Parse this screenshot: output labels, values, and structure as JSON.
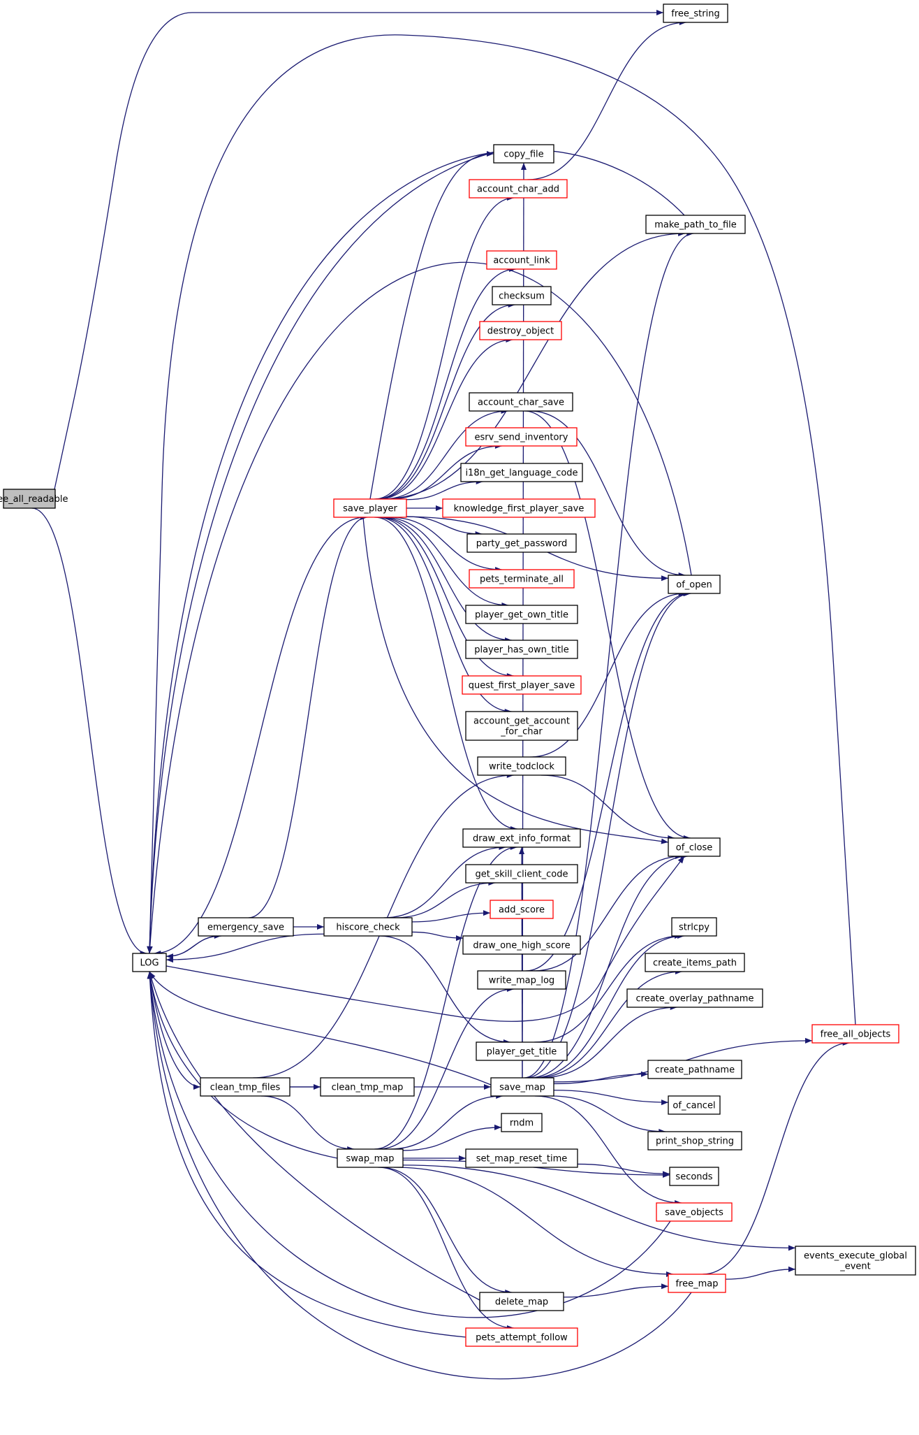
{
  "colors": {
    "edge": "#191970",
    "node_border": "#000000",
    "node_border_incomplete": "#ff0000",
    "root_fill": "#bfbfbf",
    "node_fill": "#ffffff"
  },
  "nodes": [
    {
      "id": "free_all_readable",
      "lines": [
        "free_all_readable"
      ],
      "style": "root"
    },
    {
      "id": "free_string",
      "lines": [
        "free_string"
      ],
      "style": "normal"
    },
    {
      "id": "copy_file",
      "lines": [
        "copy_file"
      ],
      "style": "normal"
    },
    {
      "id": "account_char_add",
      "lines": [
        "account_char_add"
      ],
      "style": "red"
    },
    {
      "id": "make_path_to_file",
      "lines": [
        "make_path_to_file"
      ],
      "style": "normal"
    },
    {
      "id": "account_link",
      "lines": [
        "account_link"
      ],
      "style": "red"
    },
    {
      "id": "checksum",
      "lines": [
        "checksum"
      ],
      "style": "normal"
    },
    {
      "id": "destroy_object",
      "lines": [
        "destroy_object"
      ],
      "style": "red"
    },
    {
      "id": "account_char_save",
      "lines": [
        "account_char_save"
      ],
      "style": "normal"
    },
    {
      "id": "esrv_send_inventory",
      "lines": [
        "esrv_send_inventory"
      ],
      "style": "red"
    },
    {
      "id": "i18n_get_language_code",
      "lines": [
        "i18n_get_language_code"
      ],
      "style": "normal"
    },
    {
      "id": "save_player",
      "lines": [
        "save_player"
      ],
      "style": "red"
    },
    {
      "id": "knowledge_first_player_save",
      "lines": [
        "knowledge_first_player_save"
      ],
      "style": "red"
    },
    {
      "id": "party_get_password",
      "lines": [
        "party_get_password"
      ],
      "style": "normal"
    },
    {
      "id": "of_open",
      "lines": [
        "of_open"
      ],
      "style": "normal"
    },
    {
      "id": "pets_terminate_all",
      "lines": [
        "pets_terminate_all"
      ],
      "style": "red"
    },
    {
      "id": "player_get_own_title",
      "lines": [
        "player_get_own_title"
      ],
      "style": "normal"
    },
    {
      "id": "player_has_own_title",
      "lines": [
        "player_has_own_title"
      ],
      "style": "normal"
    },
    {
      "id": "quest_first_player_save",
      "lines": [
        "quest_first_player_save"
      ],
      "style": "red"
    },
    {
      "id": "account_get_account_for_char",
      "lines": [
        "account_get_account",
        "_for_char"
      ],
      "style": "normal"
    },
    {
      "id": "write_todclock",
      "lines": [
        "write_todclock"
      ],
      "style": "normal"
    },
    {
      "id": "draw_ext_info_format",
      "lines": [
        "draw_ext_info_format"
      ],
      "style": "normal"
    },
    {
      "id": "of_close",
      "lines": [
        "of_close"
      ],
      "style": "normal"
    },
    {
      "id": "get_skill_client_code",
      "lines": [
        "get_skill_client_code"
      ],
      "style": "normal"
    },
    {
      "id": "add_score",
      "lines": [
        "add_score"
      ],
      "style": "red"
    },
    {
      "id": "emergency_save",
      "lines": [
        "emergency_save"
      ],
      "style": "normal"
    },
    {
      "id": "hiscore_check",
      "lines": [
        "hiscore_check"
      ],
      "style": "normal"
    },
    {
      "id": "strlcpy",
      "lines": [
        "strlcpy"
      ],
      "style": "normal"
    },
    {
      "id": "LOG",
      "lines": [
        "LOG"
      ],
      "style": "normal"
    },
    {
      "id": "draw_one_high_score",
      "lines": [
        "draw_one_high_score"
      ],
      "style": "normal"
    },
    {
      "id": "create_items_path",
      "lines": [
        "create_items_path"
      ],
      "style": "normal"
    },
    {
      "id": "write_map_log",
      "lines": [
        "write_map_log"
      ],
      "style": "normal"
    },
    {
      "id": "create_overlay_pathname",
      "lines": [
        "create_overlay_pathname"
      ],
      "style": "normal"
    },
    {
      "id": "free_all_objects",
      "lines": [
        "free_all_objects"
      ],
      "style": "red"
    },
    {
      "id": "player_get_title",
      "lines": [
        "player_get_title"
      ],
      "style": "normal"
    },
    {
      "id": "create_pathname",
      "lines": [
        "create_pathname"
      ],
      "style": "normal"
    },
    {
      "id": "clean_tmp_files",
      "lines": [
        "clean_tmp_files"
      ],
      "style": "normal"
    },
    {
      "id": "clean_tmp_map",
      "lines": [
        "clean_tmp_map"
      ],
      "style": "normal"
    },
    {
      "id": "save_map",
      "lines": [
        "save_map"
      ],
      "style": "normal"
    },
    {
      "id": "of_cancel",
      "lines": [
        "of_cancel"
      ],
      "style": "normal"
    },
    {
      "id": "rndm",
      "lines": [
        "rndm"
      ],
      "style": "normal"
    },
    {
      "id": "print_shop_string",
      "lines": [
        "print_shop_string"
      ],
      "style": "normal"
    },
    {
      "id": "swap_map",
      "lines": [
        "swap_map"
      ],
      "style": "normal"
    },
    {
      "id": "set_map_reset_time",
      "lines": [
        "set_map_reset_time"
      ],
      "style": "normal"
    },
    {
      "id": "seconds",
      "lines": [
        "seconds"
      ],
      "style": "normal"
    },
    {
      "id": "save_objects",
      "lines": [
        "save_objects"
      ],
      "style": "red"
    },
    {
      "id": "events_execute_global_event",
      "lines": [
        "events_execute_global",
        "_event"
      ],
      "style": "normal"
    },
    {
      "id": "free_map",
      "lines": [
        "free_map"
      ],
      "style": "red"
    },
    {
      "id": "delete_map",
      "lines": [
        "delete_map"
      ],
      "style": "normal"
    },
    {
      "id": "pets_attempt_follow",
      "lines": [
        "pets_attempt_follow"
      ],
      "style": "red"
    }
  ],
  "edges": [
    [
      "free_all_readable",
      "free_string"
    ],
    [
      "free_all_readable",
      "LOG"
    ],
    [
      "save_player",
      "copy_file"
    ],
    [
      "save_player",
      "account_char_add"
    ],
    [
      "save_player",
      "make_path_to_file"
    ],
    [
      "save_player",
      "account_link"
    ],
    [
      "save_player",
      "checksum"
    ],
    [
      "save_player",
      "destroy_object"
    ],
    [
      "save_player",
      "account_char_save"
    ],
    [
      "save_player",
      "esrv_send_inventory"
    ],
    [
      "save_player",
      "i18n_get_language_code"
    ],
    [
      "save_player",
      "knowledge_first_player_save"
    ],
    [
      "save_player",
      "party_get_password"
    ],
    [
      "save_player",
      "pets_terminate_all"
    ],
    [
      "save_player",
      "player_get_own_title"
    ],
    [
      "save_player",
      "player_has_own_title"
    ],
    [
      "save_player",
      "quest_first_player_save"
    ],
    [
      "save_player",
      "account_get_account_for_char"
    ],
    [
      "save_player",
      "draw_ext_info_format"
    ],
    [
      "save_player",
      "of_open"
    ],
    [
      "save_player",
      "of_close"
    ],
    [
      "save_player",
      "LOG"
    ],
    [
      "account_char_add",
      "free_string"
    ],
    [
      "make_path_to_file",
      "LOG"
    ],
    [
      "account_char_save",
      "of_open"
    ],
    [
      "account_char_save",
      "of_close"
    ],
    [
      "write_todclock",
      "of_open"
    ],
    [
      "write_todclock",
      "of_close"
    ],
    [
      "emergency_save",
      "save_player"
    ],
    [
      "emergency_save",
      "hiscore_check"
    ],
    [
      "emergency_save",
      "LOG"
    ],
    [
      "hiscore_check",
      "draw_ext_info_format"
    ],
    [
      "hiscore_check",
      "get_skill_client_code"
    ],
    [
      "hiscore_check",
      "add_score"
    ],
    [
      "hiscore_check",
      "draw_one_high_score"
    ],
    [
      "hiscore_check",
      "player_get_title"
    ],
    [
      "hiscore_check",
      "LOG"
    ],
    [
      "LOG",
      "emergency_save"
    ],
    [
      "LOG",
      "clean_tmp_files"
    ],
    [
      "write_map_log",
      "of_open"
    ],
    [
      "write_map_log",
      "of_close"
    ],
    [
      "player_get_title",
      "strlcpy"
    ],
    [
      "clean_tmp_files",
      "write_todclock"
    ],
    [
      "clean_tmp_files",
      "clean_tmp_map"
    ],
    [
      "clean_tmp_files",
      "save_map"
    ],
    [
      "clean_tmp_files",
      "swap_map"
    ],
    [
      "save_map",
      "LOG"
    ],
    [
      "save_map",
      "of_open"
    ],
    [
      "save_map",
      "of_close"
    ],
    [
      "save_map",
      "make_path_to_file"
    ],
    [
      "save_map",
      "strlcpy"
    ],
    [
      "save_map",
      "create_items_path"
    ],
    [
      "save_map",
      "create_overlay_pathname"
    ],
    [
      "save_map",
      "free_all_objects"
    ],
    [
      "save_map",
      "create_pathname"
    ],
    [
      "save_map",
      "of_cancel"
    ],
    [
      "save_map",
      "print_shop_string"
    ],
    [
      "save_map",
      "save_objects"
    ],
    [
      "save_map",
      "copy_file"
    ],
    [
      "save_map",
      "draw_ext_info_format"
    ],
    [
      "swap_map",
      "save_map"
    ],
    [
      "swap_map",
      "write_map_log"
    ],
    [
      "swap_map",
      "rndm"
    ],
    [
      "swap_map",
      "set_map_reset_time"
    ],
    [
      "swap_map",
      "seconds"
    ],
    [
      "swap_map",
      "events_execute_global_event"
    ],
    [
      "swap_map",
      "free_map"
    ],
    [
      "swap_map",
      "delete_map"
    ],
    [
      "swap_map",
      "pets_attempt_follow"
    ],
    [
      "swap_map",
      "draw_ext_info_format"
    ],
    [
      "swap_map",
      "LOG"
    ],
    [
      "set_map_reset_time",
      "seconds"
    ],
    [
      "free_all_objects",
      "LOG"
    ],
    [
      "save_objects",
      "LOG"
    ],
    [
      "free_map",
      "events_execute_global_event"
    ],
    [
      "free_map",
      "free_all_objects"
    ],
    [
      "free_map",
      "LOG"
    ],
    [
      "delete_map",
      "free_map"
    ],
    [
      "delete_map",
      "LOG"
    ],
    [
      "pets_attempt_follow",
      "LOG"
    ],
    [
      "LOG",
      "of_close"
    ],
    [
      "copy_file",
      "LOG"
    ],
    [
      "of_open",
      "LOG"
    ]
  ]
}
